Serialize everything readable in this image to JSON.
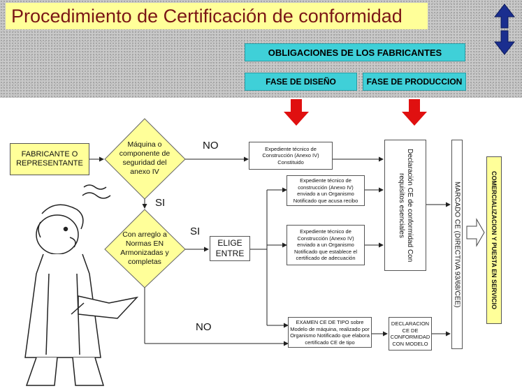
{
  "header": {
    "title": "Procedimiento de Certificación de conformidad",
    "obligaciones": "OBLIGACIONES DE LOS FABRICANTES",
    "fase_diseno": "FASE DE DISEÑO",
    "fase_produccion": "FASE DE PRODUCCION"
  },
  "nav": {
    "icons": [
      "arrow-up-icon",
      "arrow-down-icon"
    ],
    "color": "#1a2e8f"
  },
  "flow": {
    "fabricante": "FABRICANTE O REPRESENTANTE",
    "decision1": "Máquina o componente de seguridad del anexo IV",
    "no_top": "NO",
    "si_mid": "SI",
    "decision2": "Con arreglo a Normas EN Armonizadas y completas",
    "si_right": "SI",
    "no_bottom": "NO",
    "elige_entre": "ELIGE ENTRE",
    "expediente1": "Expediente técnico de Construcción (Anexo IV) Constituido",
    "expediente2": "Expediente técnico de construcción (Anexo IV) enviado a un Organismo Notificado que acusa recibo",
    "expediente3": "Expediente técnico de Construcción (Anexo IV) enviado a un Organismo Notificado que establece el certificado de adecuación",
    "examen": "EXAMEN CE DE TIPO sobre Modelo de máquina, realizado por Organismo Notificado que elabora certificado CE de tipo",
    "declaracion_modelo": "DECLARACION CE DE CONFORMIDAD CON MODELO",
    "declaracion_vertical": "Declaración CE de conformidad Con requisitos esenciales",
    "marcado": "MARCADO CE (DIRECTIVA 93/68/CEE)",
    "comercializacion": "COMERCIALIZACION Y PUESTA EN SERVICIO"
  },
  "colors": {
    "title_bg": "#ffff99",
    "title_text": "#7a1616",
    "cyan": "#3fd0d8",
    "red_arrow": "#e01010",
    "diamond": "#ffff99"
  }
}
